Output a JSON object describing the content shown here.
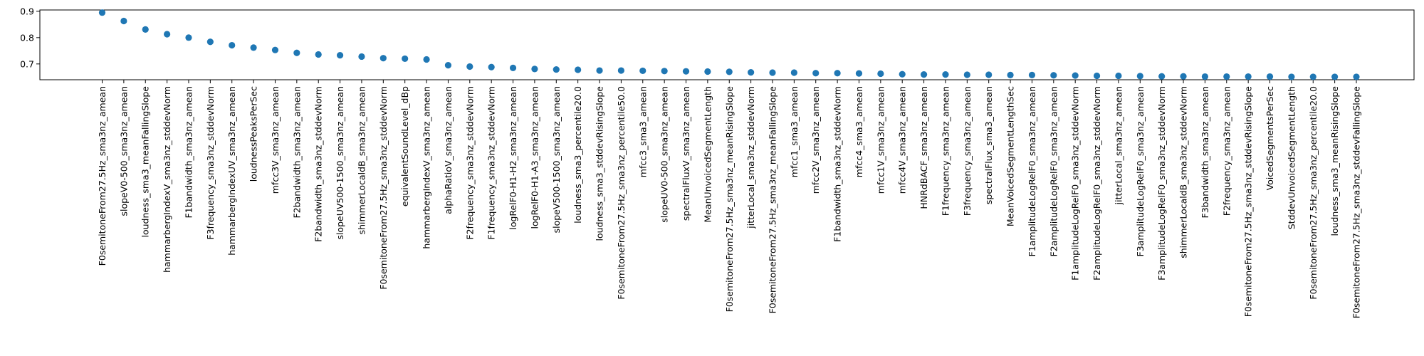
{
  "chart_data": {
    "type": "scatter",
    "title": "",
    "xlabel": "",
    "ylabel": "",
    "ylim": [
      0.64,
      0.905
    ],
    "yticks": [
      0.7,
      0.8,
      0.9
    ],
    "ytick_labels": [
      "0.7",
      "0.8",
      "0.9"
    ],
    "grid": false,
    "marker_color": "#1f77b4",
    "categories": [
      "F0semitoneFrom27.5Hz_sma3nz_amean",
      "slopeV0-500_sma3nz_amean",
      "loudness_sma3_meanFallingSlope",
      "hammarbergIndexV_sma3nz_stddevNorm",
      "F1bandwidth_sma3nz_amean",
      "F3frequency_sma3nz_stddevNorm",
      "hammarbergIndexUV_sma3nz_amean",
      "loudnessPeaksPerSec",
      "mfcc3V_sma3nz_amean",
      "F2bandwidth_sma3nz_amean",
      "F2bandwidth_sma3nz_stddevNorm",
      "slopeUV500-1500_sma3nz_amean",
      "shimmerLocaldB_sma3nz_amean",
      "F0semitoneFrom27.5Hz_sma3nz_stddevNorm",
      "equivalentSoundLevel_dBp",
      "hammarbergIndexV_sma3nz_amean",
      "alphaRatioV_sma3nz_amean",
      "F2frequency_sma3nz_stddevNorm",
      "F1frequency_sma3nz_stddevNorm",
      "logRelF0-H1-H2_sma3nz_amean",
      "logRelF0-H1-A3_sma3nz_amean",
      "slopeV500-1500_sma3nz_amean",
      "loudness_sma3_percentile20.0",
      "loudness_sma3_stddevRisingSlope",
      "F0semitoneFrom27.5Hz_sma3nz_percentile50.0",
      "mfcc3_sma3_amean",
      "slopeUV0-500_sma3nz_amean",
      "spectralFluxV_sma3nz_amean",
      "MeanUnvoicedSegmentLength",
      "F0semitoneFrom27.5Hz_sma3nz_meanRisingSlope",
      "jitterLocal_sma3nz_stddevNorm",
      "F0semitoneFrom27.5Hz_sma3nz_meanFallingSlope",
      "mfcc1_sma3_amean",
      "mfcc2V_sma3nz_amean",
      "F1bandwidth_sma3nz_stddevNorm",
      "mfcc4_sma3_amean",
      "mfcc1V_sma3nz_amean",
      "mfcc4V_sma3nz_amean",
      "HNRdBACF_sma3nz_amean",
      "F1frequency_sma3nz_amean",
      "F3frequency_sma3nz_amean",
      "spectralFlux_sma3_amean",
      "MeanVoicedSegmentLengthSec",
      "F1amplitudeLogRelF0_sma3nz_amean",
      "F2amplitudeLogRelF0_sma3nz_amean",
      "F1amplitudeLogRelF0_sma3nz_stddevNorm",
      "F2amplitudeLogRelF0_sma3nz_stddevNorm",
      "jitterLocal_sma3nz_amean",
      "F3amplitudeLogRelF0_sma3nz_amean",
      "F3amplitudeLogRelF0_sma3nz_stddevNorm",
      "shimmerLocaldB_sma3nz_stddevNorm",
      "F3bandwidth_sma3nz_amean",
      "F2frequency_sma3nz_amean",
      "F0semitoneFrom27.5Hz_sma3nz_stddevRisingSlope",
      "VoicedSegmentsPerSec",
      "StddevUnvoicedSegmentLength",
      "F0semitoneFrom27.5Hz_sma3nz_percentile20.0",
      "loudness_sma3_meanRisingSlope",
      "F0semitoneFrom27.5Hz_sma3nz_stddevFallingSlope"
    ],
    "values": [
      0.895,
      0.863,
      0.831,
      0.813,
      0.8,
      0.784,
      0.771,
      0.762,
      0.753,
      0.742,
      0.736,
      0.733,
      0.728,
      0.722,
      0.72,
      0.717,
      0.695,
      0.69,
      0.688,
      0.685,
      0.681,
      0.679,
      0.678,
      0.675,
      0.675,
      0.674,
      0.673,
      0.672,
      0.671,
      0.67,
      0.668,
      0.667,
      0.667,
      0.665,
      0.665,
      0.664,
      0.663,
      0.661,
      0.66,
      0.66,
      0.659,
      0.659,
      0.658,
      0.658,
      0.657,
      0.656,
      0.655,
      0.655,
      0.654,
      0.653,
      0.653,
      0.652,
      0.652,
      0.652,
      0.652,
      0.651,
      0.651,
      0.651,
      0.651
    ]
  }
}
